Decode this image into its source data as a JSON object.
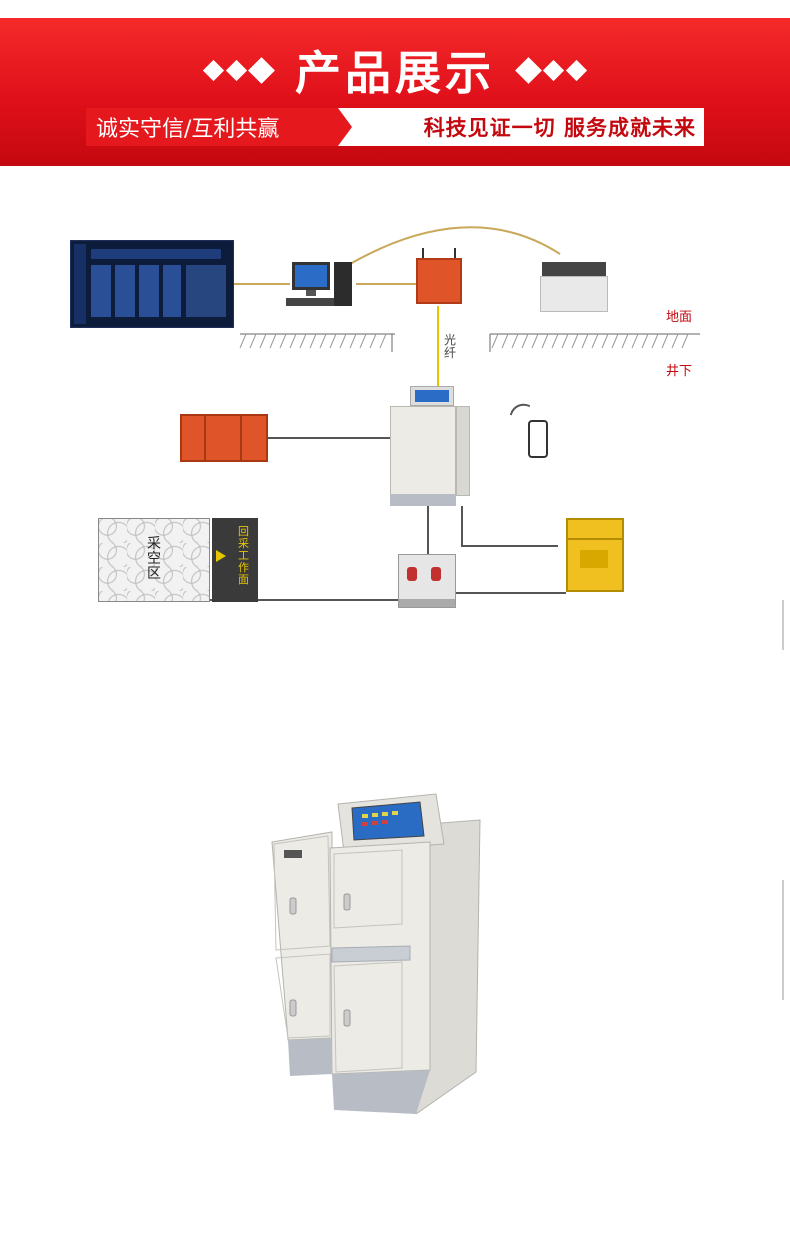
{
  "banner": {
    "title": "产品展示",
    "slogan_left": "诚实守信/互利共赢",
    "slogan_right": "科技见证一切 服务成就未来"
  },
  "diagram": {
    "ground_label": "地面",
    "underground_label": "井下",
    "fiber_label": "光纤",
    "goaf_label": "采空区",
    "workface_label": "回采工作面"
  },
  "colors": {
    "banner_red": "#e4181d",
    "cabinet_white": "#ecebe6",
    "explosion_proof_orange": "#e0542a",
    "explosion_proof_yellow": "#f0c020",
    "workface_dark": "#3a3a3a"
  }
}
